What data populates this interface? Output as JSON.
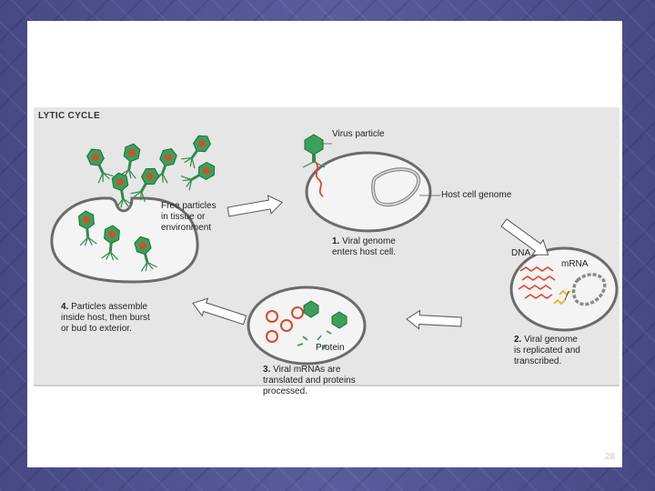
{
  "diagram": {
    "title": "LYTIC CYCLE",
    "labels": {
      "virus_particle": "Virus particle",
      "host_cell_genome": "Host cell genome",
      "free_particles": "Free particles\nin tissue or\nenvironment",
      "dna": "DNA",
      "mrna": "mRNA",
      "protein": "Protein"
    },
    "steps": [
      {
        "num": "1.",
        "text": " Viral genome\nenters host cell."
      },
      {
        "num": "2.",
        "text": " Viral genome\nis replicated and\ntranscribed."
      },
      {
        "num": "3.",
        "text": " Viral mRNAs are\ntranslated and proteins\nprocessed."
      },
      {
        "num": "4.",
        "text": " Particles assemble\ninside host, then burst\nor bud to exterior."
      }
    ],
    "colors": {
      "cell_fill": "#f4f4f4",
      "cell_outline": "#6b6b6b",
      "virus_green": "#3aa05a",
      "genome_red": "#e0462a",
      "mrna_yellow": "#e8b21c"
    }
  },
  "slide": {
    "page_number": "28"
  }
}
